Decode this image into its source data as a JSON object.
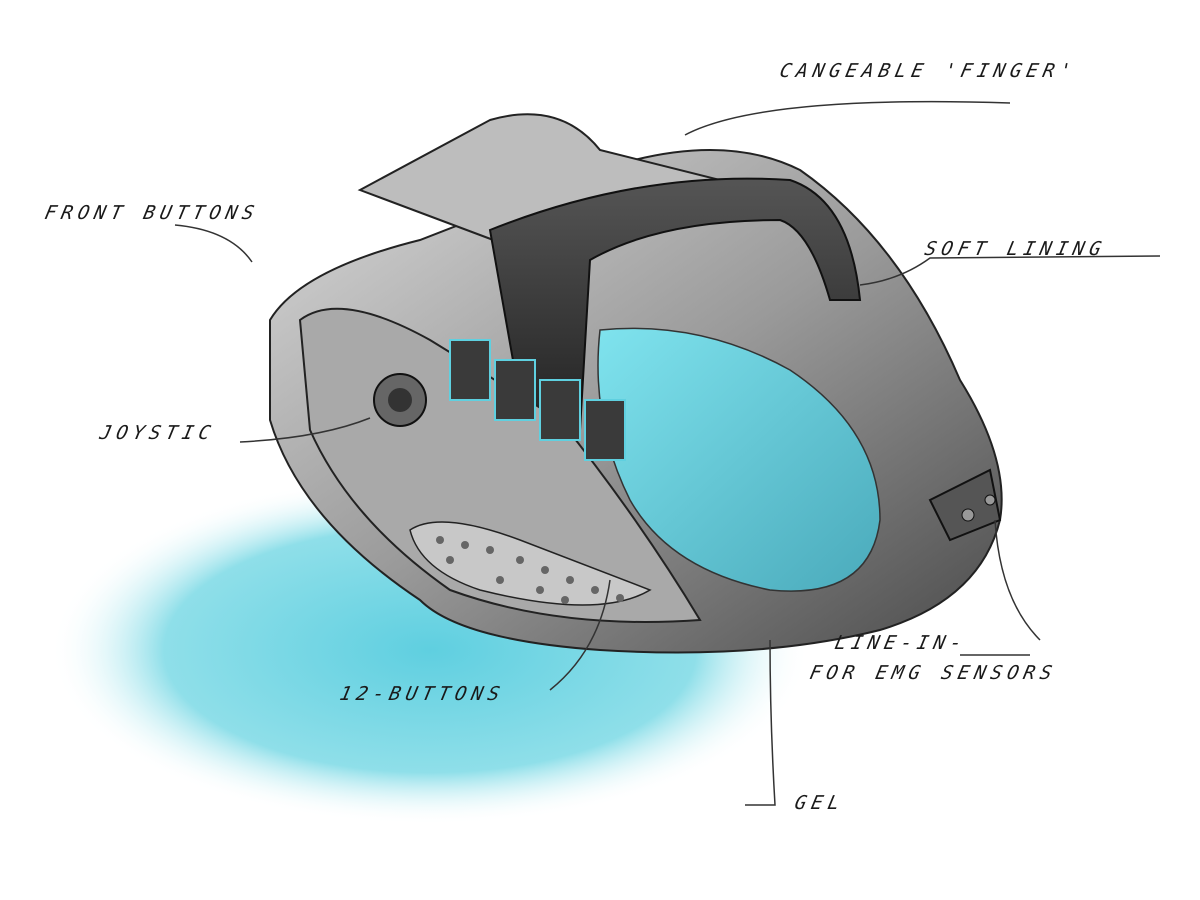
{
  "labels": {
    "finger": "CANGEABLE 'FINGER'",
    "front_buttons": "FRONT BUTTONS",
    "soft_lining": "SOFT LINING",
    "joystick": "JOYSTIC",
    "line_in_1": "LINE-IN-",
    "line_in_2": "FOR EMG SENSORS",
    "twelve_buttons": "12-BUTTONS",
    "gel": "GEL"
  },
  "colors": {
    "gel_cyan": "#6fd3e0",
    "body_grey": "#8e8e8e",
    "dark": "#2a2a2a"
  }
}
